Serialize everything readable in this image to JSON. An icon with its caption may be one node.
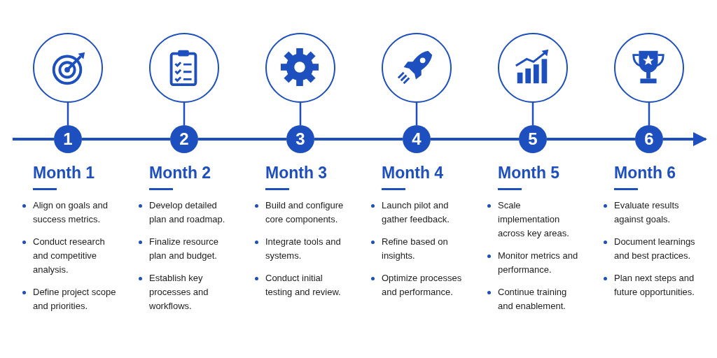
{
  "diagram": {
    "nodes": [
      {
        "text": [],
        "shape": "circle"
      },
      {
        "text": [],
        "shape": "circle"
      },
      {
        "text": [],
        "shape": "circle"
      },
      {
        "text": [],
        "shape": "circle"
      },
      {
        "text": [],
        "shape": "circle"
      },
      {
        "text": [],
        "shape": "circle"
      },
      {
        "text": [
          "1"
        ],
        "beside": [
          "Month 1",
          "Align on goals and success metrics.",
          "Conduct research and competitive analysis.",
          "Define project scope and priorities."
        ]
      },
      {
        "text": [
          "2"
        ],
        "beside": [
          "Month 2",
          "Develop detailed plan and roadmap.",
          "Finalize resource plan and budget.",
          "Establish key processes and workflows."
        ]
      },
      {
        "text": [
          "3"
        ],
        "beside": [
          "Month 3",
          "Build and configure core components.",
          "Integrate tools and systems.",
          "Conduct initial testing and review."
        ]
      },
      {
        "text": [
          "4"
        ],
        "beside": [
          "Month 4",
          "Launch pilot and gather feedback.",
          "Refine based on insights.",
          "Optimize processes and performance."
        ]
      },
      {
        "text": [
          "5"
        ],
        "beside": [
          "Month 5",
          "Scale implementation across key areas.",
          "Monitor metrics and performance.",
          "Continue training and enablement."
        ]
      },
      {
        "text": [
          "6"
        ],
        "beside": [
          "Month 6",
          "Evaluate results against goals.",
          "Document learnings and best practices.",
          "Plan next steps and future opportunities."
        ]
      }
    ],
    "edges": [
      {
        "from": 0,
        "to": 6,
        "arrow": "none"
      },
      {
        "from": 1,
        "to": 7,
        "arrow": "none"
      },
      {
        "from": 2,
        "to": 8,
        "arrow": "none"
      },
      {
        "from": 3,
        "to": 9,
        "arrow": "none"
      },
      {
        "from": 4,
        "to": 10,
        "arrow": "none"
      },
      {
        "from": 5,
        "to": 11,
        "arrow": "none"
      },
      {
        "from": null,
        "to": 6,
        "arrow": "none"
      },
      {
        "from": 6,
        "to": 7,
        "arrow": "none"
      },
      {
        "from": 7,
        "to": 8,
        "arrow": "none"
      },
      {
        "from": 8,
        "to": 9,
        "arrow": "none"
      },
      {
        "from": 9,
        "to": 10,
        "arrow": "none"
      },
      {
        "from": 10,
        "to": 11,
        "arrow": "none"
      },
      {
        "from": 11,
        "to": null,
        "arrow": "to"
      }
    ]
  }
}
